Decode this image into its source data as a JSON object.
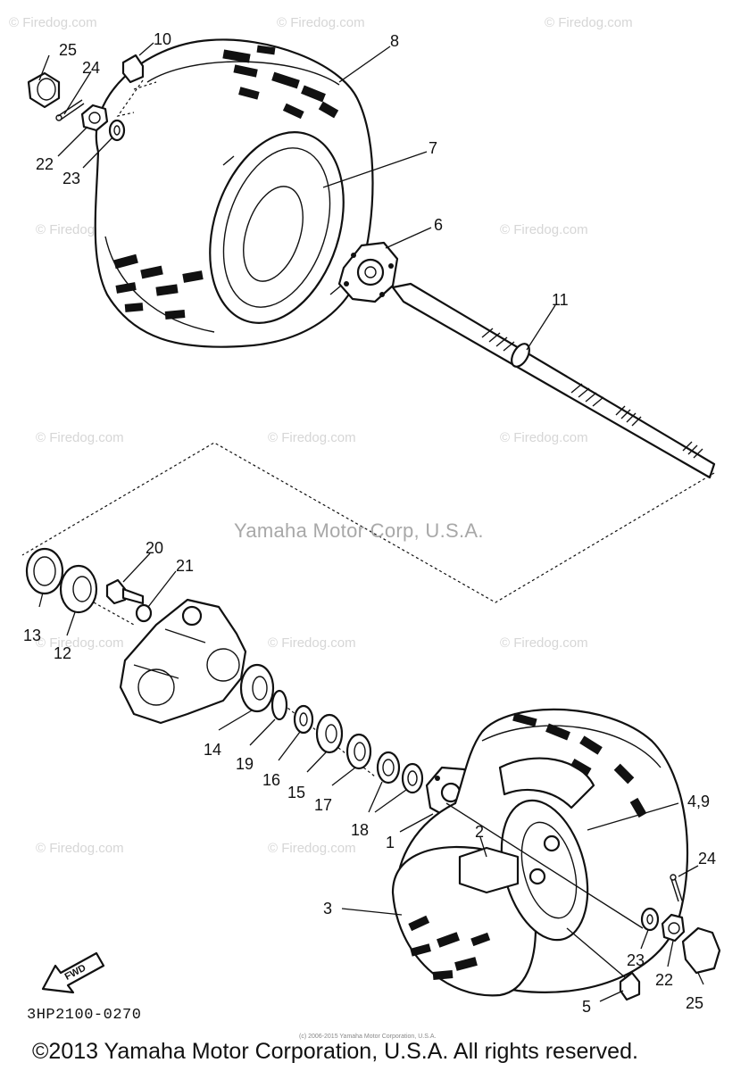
{
  "watermark": {
    "text": "© Firedog.com",
    "center_text": "Yamaha Motor Corp, U.S.A."
  },
  "diagram": {
    "code": "3HP2100-0270",
    "fwd_label": "FWD",
    "tiny_copyright": "(c) 2006-2015 Yamaha Motor Corporation, U.S.A."
  },
  "callouts": {
    "c1": "1",
    "c2": "2",
    "c3": "3",
    "c49": "4,9",
    "c5": "5",
    "c6": "6",
    "c7": "7",
    "c8": "8",
    "c10": "10",
    "c11": "11",
    "c12": "12",
    "c13": "13",
    "c14": "14",
    "c15": "15",
    "c16": "16",
    "c17": "17",
    "c18": "18",
    "c19": "19",
    "c20": "20",
    "c21": "21",
    "c22a": "22",
    "c22b": "22",
    "c23a": "23",
    "c23b": "23",
    "c24a": "24",
    "c24b": "24",
    "c25a": "25",
    "c25b": "25"
  },
  "footer": {
    "copyright": "©2013 Yamaha Motor Corporation, U.S.A. All rights reserved."
  }
}
